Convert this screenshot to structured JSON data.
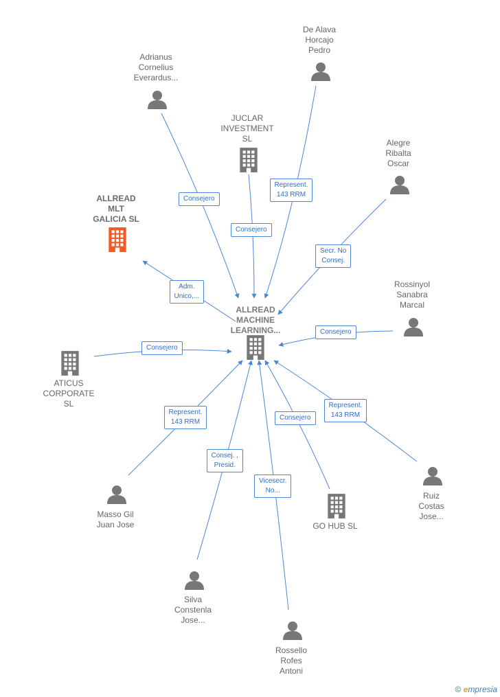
{
  "nodes": [
    {
      "id": "center",
      "type": "company",
      "label": "ALLREAD\nMACHINE\nLEARNING...",
      "color": "#777777"
    },
    {
      "id": "galicia",
      "type": "company",
      "label": "ALLREAD\nMLT\nGALICIA SL",
      "color": "#f05a28"
    },
    {
      "id": "juclar",
      "type": "company",
      "label": "JUCLAR\nINVESTMENT\nSL",
      "color": "#777777"
    },
    {
      "id": "aticus",
      "type": "company",
      "label": "ATICUS\nCORPORATE\nSL",
      "color": "#777777"
    },
    {
      "id": "gohub",
      "type": "company",
      "label": "GO HUB SL",
      "color": "#777777"
    },
    {
      "id": "adrianus",
      "type": "person",
      "label": "Adrianus\nCornelius\nEverardus...",
      "color": "#777777"
    },
    {
      "id": "dealava",
      "type": "person",
      "label": "De Alava\nHorcajo\nPedro",
      "color": "#777777"
    },
    {
      "id": "alegre",
      "type": "person",
      "label": "Alegre\nRibalta\nOscar",
      "color": "#777777"
    },
    {
      "id": "rossinyol",
      "type": "person",
      "label": "Rossinyol\nSanabra\nMarcal",
      "color": "#777777"
    },
    {
      "id": "ruiz",
      "type": "person",
      "label": "Ruiz\nCostas\nJose...",
      "color": "#777777"
    },
    {
      "id": "rossello",
      "type": "person",
      "label": "Rossello\nRofes\nAntoni",
      "color": "#777777"
    },
    {
      "id": "silva",
      "type": "person",
      "label": "Silva\nConstenla\nJose...",
      "color": "#777777"
    },
    {
      "id": "masso",
      "type": "person",
      "label": "Masso Gil\nJuan Jose",
      "color": "#777777"
    }
  ],
  "edges": [
    {
      "from": "adrianus",
      "to": "center",
      "label": "Consejero"
    },
    {
      "from": "juclar",
      "to": "center",
      "label": "Consejero"
    },
    {
      "from": "dealava",
      "to": "center",
      "label": "Represent.\n143 RRM"
    },
    {
      "from": "alegre",
      "to": "center",
      "label": "Secr. No\nConsej."
    },
    {
      "from": "rossinyol",
      "to": "center",
      "label": "Consejero"
    },
    {
      "from": "center",
      "to": "galicia",
      "label": "Adm.\nUnico,..."
    },
    {
      "from": "aticus",
      "to": "center",
      "label": "Consejero"
    },
    {
      "from": "masso",
      "to": "center",
      "label": "Represent.\n143 RRM"
    },
    {
      "from": "silva",
      "to": "center",
      "label": "Consej. ,\nPresid."
    },
    {
      "from": "rossello",
      "to": "center",
      "label": "Vicesecr.\nNo..."
    },
    {
      "from": "gohub",
      "to": "center",
      "label": "Consejero"
    },
    {
      "from": "ruiz",
      "to": "center",
      "label": "Represent.\n143 RRM"
    }
  ],
  "colors": {
    "edge": "#4a86d6",
    "node": "#777777",
    "highlight": "#f05a28"
  },
  "footer": {
    "copyright": "©",
    "brand_e": "e",
    "brand_rest": "mpresia"
  }
}
